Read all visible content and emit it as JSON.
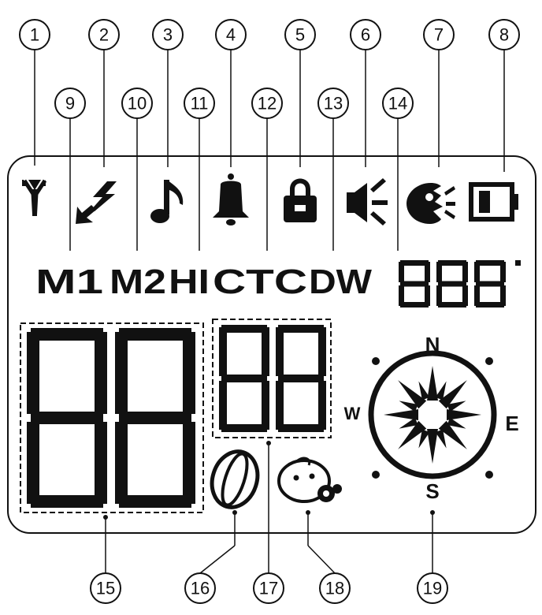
{
  "labels": {
    "top": [
      "1",
      "2",
      "3",
      "4",
      "5",
      "6",
      "7",
      "8"
    ],
    "second": [
      "9",
      "10",
      "11",
      "12",
      "13",
      "14"
    ],
    "bottom": [
      "15",
      "16",
      "17",
      "18",
      "19"
    ]
  },
  "indicators": {
    "m1": "M1",
    "m2": "M2",
    "hi": "HI",
    "ctc": "CTC",
    "dw": "DW"
  },
  "compass": {
    "north": "N",
    "south": "S",
    "east": "E",
    "west": "W"
  },
  "icons": [
    "antenna-icon",
    "lightning-icon",
    "music-note-icon",
    "bell-icon",
    "lock-icon",
    "speaker-icon",
    "voice-icon",
    "battery-icon",
    "globe-icon",
    "baby-icon",
    "compass-icon"
  ],
  "colors": {
    "ink": "#111111",
    "background": "#ffffff"
  }
}
